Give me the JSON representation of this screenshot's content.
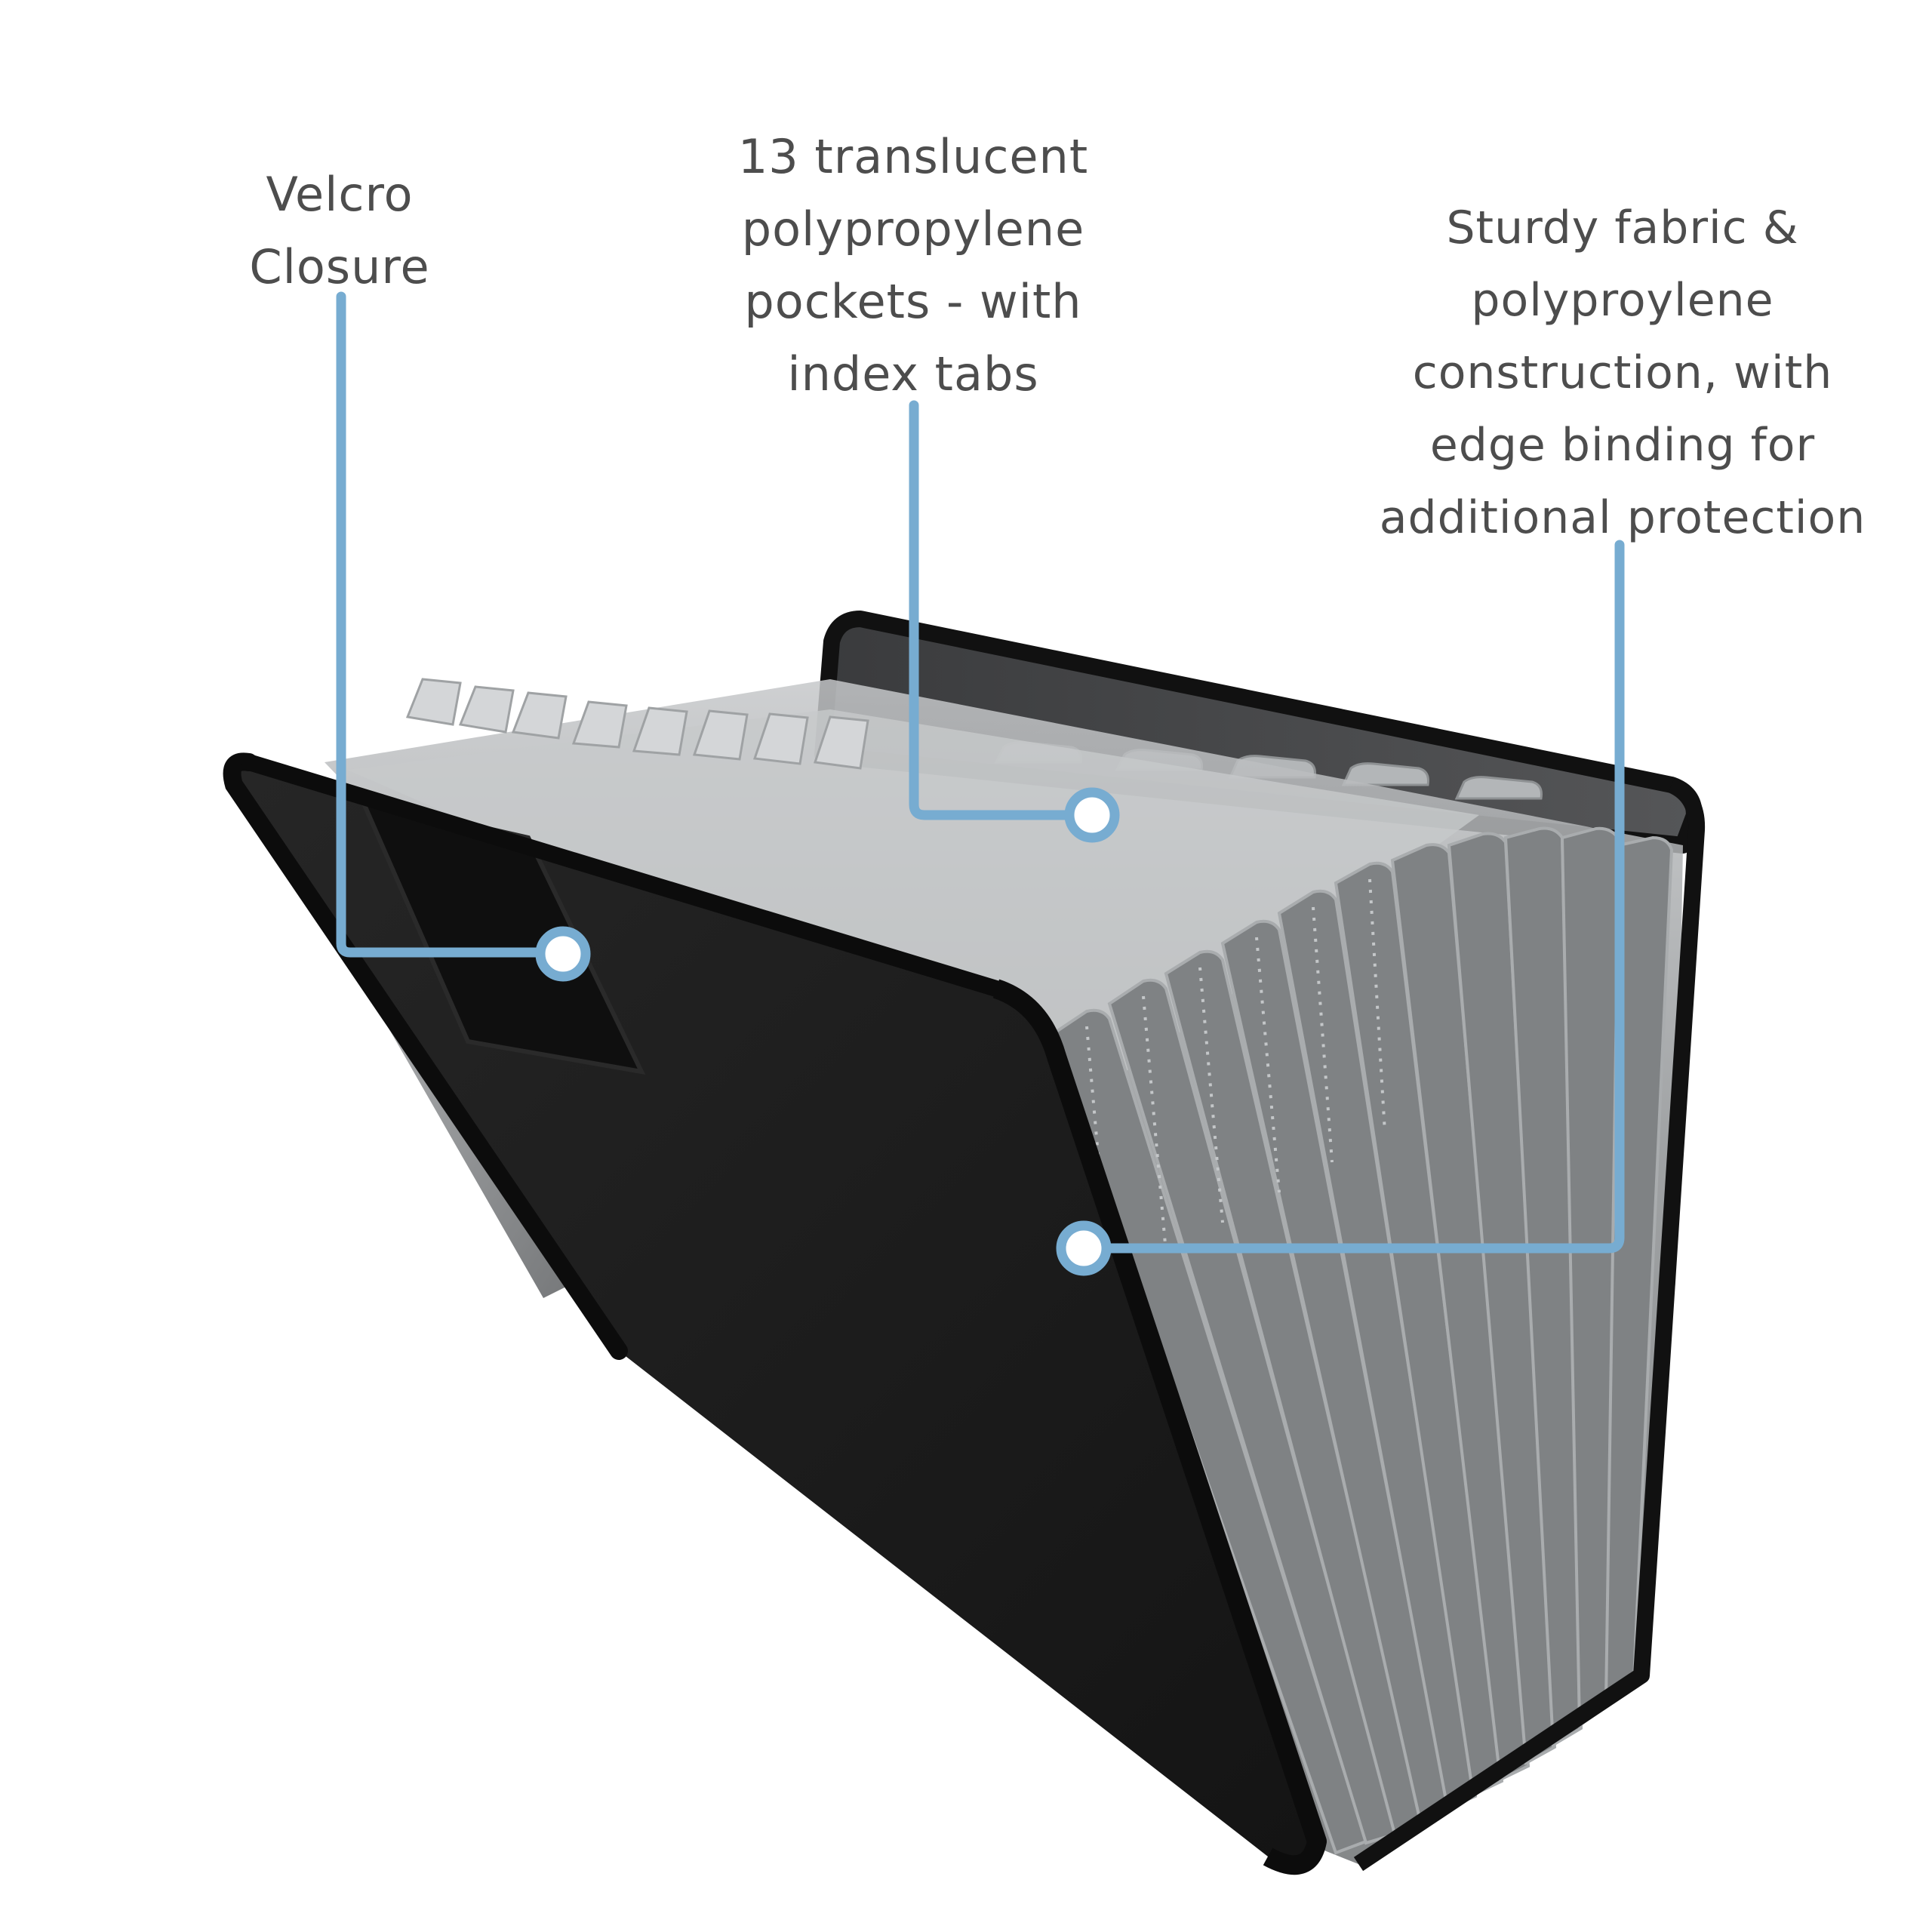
{
  "colors": {
    "leader": "#77acd1",
    "text": "#4d4d4d",
    "fabric": "#1c1c1c",
    "binding": "#111111",
    "pocket": "#8a8d8f",
    "pocket_light": "#b9bcbe",
    "lining": "#9a9d9f"
  },
  "callouts": {
    "velcro": {
      "lines": [
        "Velcro",
        "Closure"
      ]
    },
    "pockets": {
      "lines": [
        "13 translucent",
        "polypropylene",
        "pockets - with",
        "index tabs"
      ]
    },
    "fabric": {
      "lines": [
        "Sturdy fabric &",
        "polyproylene",
        "construction, with",
        "edge binding for",
        "additional protection"
      ]
    }
  },
  "product": {
    "icon": "expanding-file-folder-icon"
  }
}
